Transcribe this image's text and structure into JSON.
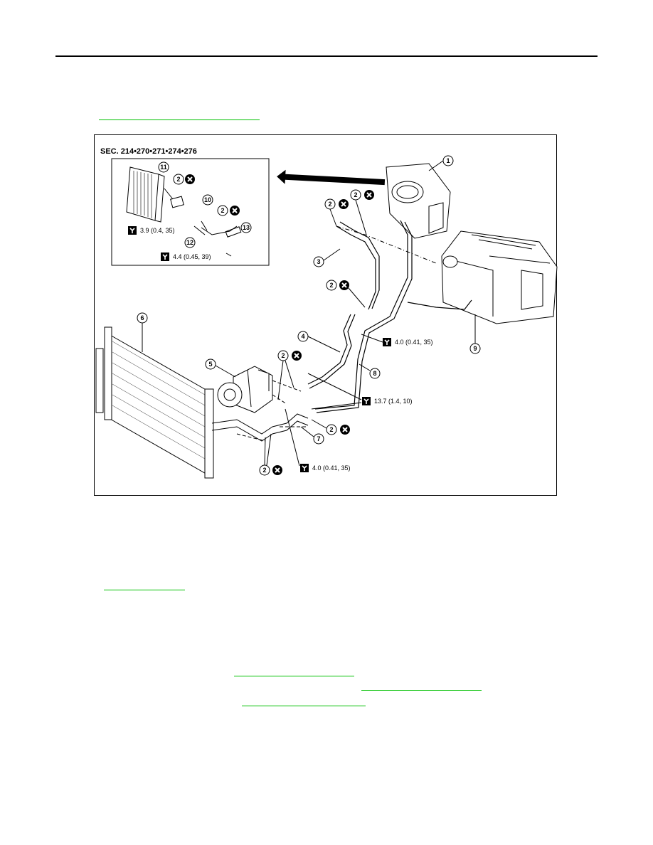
{
  "figure": {
    "section_code": "SEC. 214•270•271•274•276",
    "callouts": [
      "1",
      "2",
      "3",
      "4",
      "5",
      "6",
      "7",
      "8",
      "9",
      "10",
      "11",
      "12",
      "13"
    ],
    "torques": {
      "inset_bolt": "3.9 (0.4, 35)",
      "inset_screw": "4.4 (0.45, 39)",
      "pipe_upper": "4.0 (0.41, 35)",
      "compressor_bolt": "13.7 (1.4, 10)",
      "pipe_lower": "4.0 (0.41, 35)"
    },
    "icons": [
      "torque-wrench-icon",
      "do-not-reuse-icon"
    ]
  },
  "colors": {
    "link": "#00c000",
    "line": "#000000"
  }
}
